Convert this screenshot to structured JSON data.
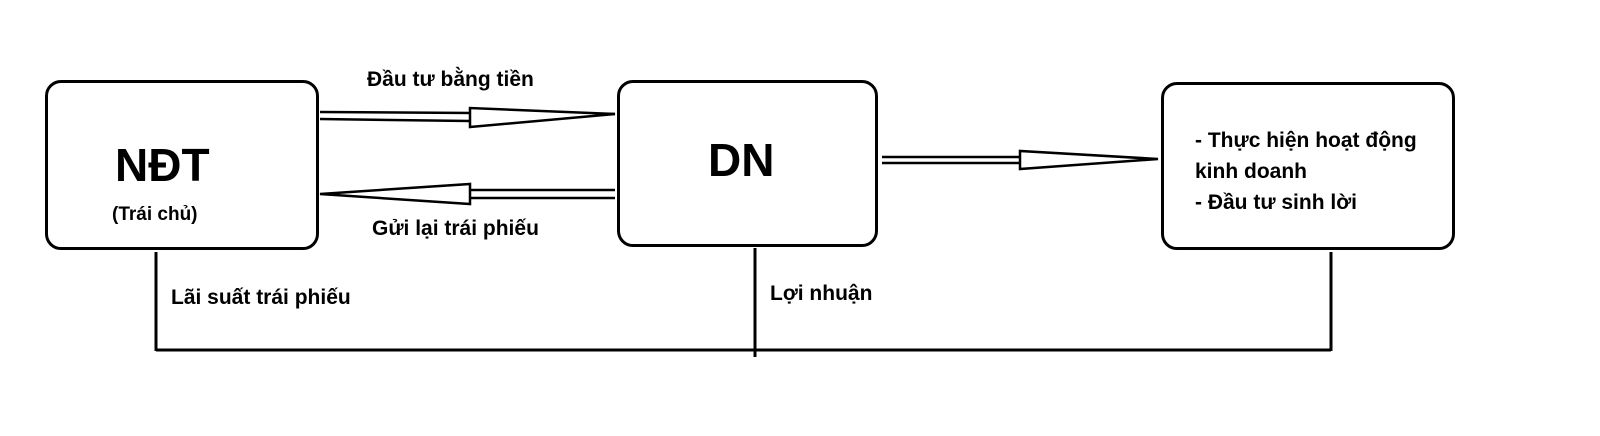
{
  "investor": {
    "title": "NĐT",
    "subtitle": "(Trái chủ)"
  },
  "company": {
    "title": "DN"
  },
  "activities": {
    "items": [
      "- Thực hiện hoạt động",
      "kinh doanh",
      "- Đầu tư sinh lời"
    ]
  },
  "flows": {
    "invest_label": "Đầu tư bằng tiền",
    "return_label": "Gửi lại trái phiếu",
    "interest_label": "Lãi suất trái phiếu",
    "profit_label": "Lợi nhuận"
  }
}
